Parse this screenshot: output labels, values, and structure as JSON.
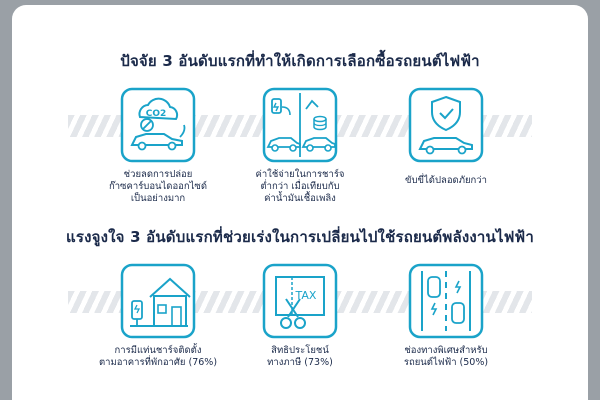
{
  "section1": {
    "title": "ปัจจัย 3 อันดับแรกที่ทำให้เกิดการเลือกซื้อรถยนต์ไฟฟ้า",
    "items": [
      {
        "lines": [
          "ช่วยลดการปล่อย",
          "ก๊าซคาร์บอนไดออกไซด์",
          "เป็นอย่างมาก"
        ],
        "icon": "co2-car-icon",
        "icon_text": "CO2"
      },
      {
        "lines": [
          "ค่าใช้จ่ายในการชาร์จ",
          "ต่ำกว่า เมื่อเทียบกับ",
          "ค่าน้ำมันเชื้อเพลิง"
        ],
        "icon": "charging-vs-fuel-icon"
      },
      {
        "lines": [
          "ขับขี่ได้ปลอดภัยกว่า"
        ],
        "icon": "shield-car-icon"
      }
    ]
  },
  "section2": {
    "title": "แรงจูงใจ 3 อันดับแรกที่ช่วยเร่งในการเปลี่ยนไปใช้รถยนต์พลังงานไฟฟ้า",
    "items": [
      {
        "lines": [
          "การมีแท่นชาร์จติดตั้ง",
          "ตามอาคารที่พักอาศัย (76%)"
        ],
        "icon": "home-charger-icon"
      },
      {
        "lines": [
          "สิทธิประโยชน์",
          "ทางภาษี (73%)"
        ],
        "icon": "tax-cut-icon",
        "icon_text": "TAX"
      },
      {
        "lines": [
          "ช่องทางพิเศษสำหรับ",
          "รถยนต์ไฟฟ้า (50%)"
        ],
        "icon": "ev-lane-icon"
      }
    ]
  },
  "colors": {
    "accent": "#1aa3c9",
    "text": "#1b2a4a",
    "stripe": "#e3e6ea"
  }
}
